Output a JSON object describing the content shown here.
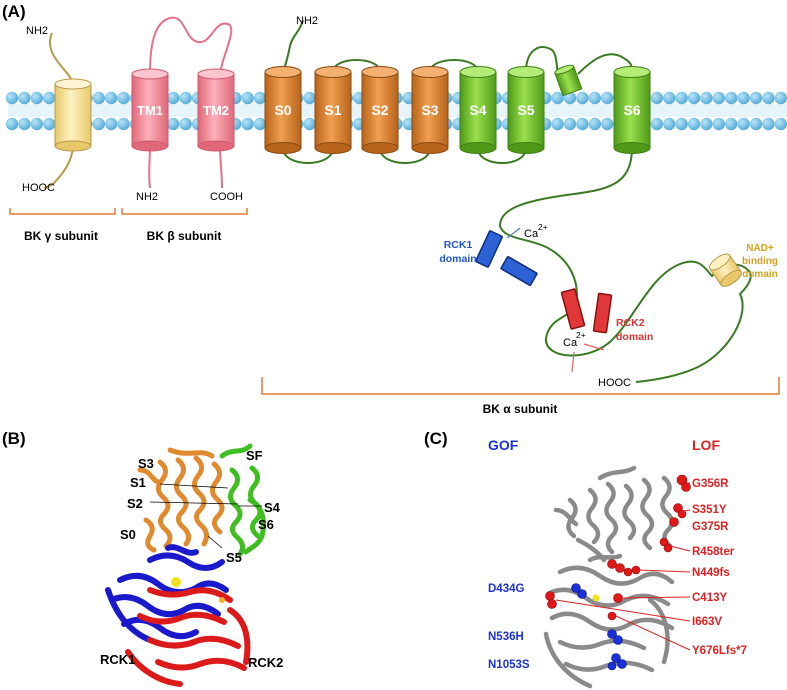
{
  "panels": {
    "a": "(A)",
    "b": "(B)",
    "c": "(C)"
  },
  "gamma": {
    "nh2": "NH2",
    "hooc": "HOOC",
    "label": "BK γ subunit"
  },
  "beta": {
    "tm1": "TM1",
    "tm2": "TM2",
    "nh2": "NH2",
    "cooh": "COOH",
    "label": "BK β subunit"
  },
  "alpha": {
    "nh2": "NH2",
    "segments": [
      "S0",
      "S1",
      "S2",
      "S3",
      "S4",
      "S5",
      "S6"
    ],
    "rck1": [
      "RCK1",
      "domain"
    ],
    "rck2": [
      "RCK2",
      "domain"
    ],
    "nad": [
      "NAD+",
      "binding",
      "domain"
    ],
    "ca": "Ca",
    "ca_sup": "2+",
    "hooc": "HOOC",
    "label": "BK α subunit"
  },
  "structure_b": {
    "labels": [
      "S3",
      "S1",
      "S2",
      "S0",
      "SF",
      "S4",
      "S6",
      "S5",
      "RCK1",
      "RCK2"
    ]
  },
  "structure_c": {
    "gof_title": "GOF",
    "lof_title": "LOF",
    "gof": [
      "D434G",
      "N536H",
      "N1053S"
    ],
    "lof": [
      "G356R",
      "S351Y",
      "G375R",
      "R458ter",
      "N449fs",
      "C413Y",
      "I663V",
      "Y676Lfs*7"
    ]
  },
  "colors": {
    "orange": "#E0892E",
    "green": "#7ACC2C",
    "pink": "#F58FA0",
    "yellow": "#FBE39A",
    "blue": "#2255CC",
    "red": "#E03030",
    "membrane": "#6EC0E6",
    "chain": "#3A7A22",
    "bracket": "#E07A30"
  }
}
